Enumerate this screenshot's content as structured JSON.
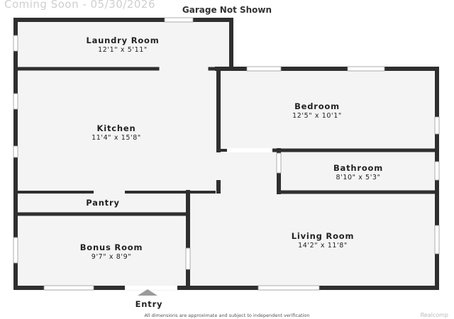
{
  "watermark": "Coming Soon - 05/30/2026",
  "note_top": "Garage Not Shown",
  "rooms": [
    {
      "name": "Laundry Room",
      "dims": "12'1\" x 5'11\""
    },
    {
      "name": "Kitchen",
      "dims": "11'4\" x 15'8\""
    },
    {
      "name": "Bedroom",
      "dims": "12'5\" x 10'1\""
    },
    {
      "name": "Bathroom",
      "dims": "8'10\" x 5'3\""
    },
    {
      "name": "Pantry",
      "dims": ""
    },
    {
      "name": "Bonus Room",
      "dims": "9'7\" x 8'9\""
    },
    {
      "name": "Living Room",
      "dims": "14'2\" x 11'8\""
    }
  ],
  "entry_label": "Entry",
  "disclaimer": "All dimensions are approximate and subject to independent verification",
  "brand": "Realcomp",
  "colors": {
    "wall": "#2f2f2f",
    "floor": "#f4f4f4",
    "window": "#ffffff"
  }
}
